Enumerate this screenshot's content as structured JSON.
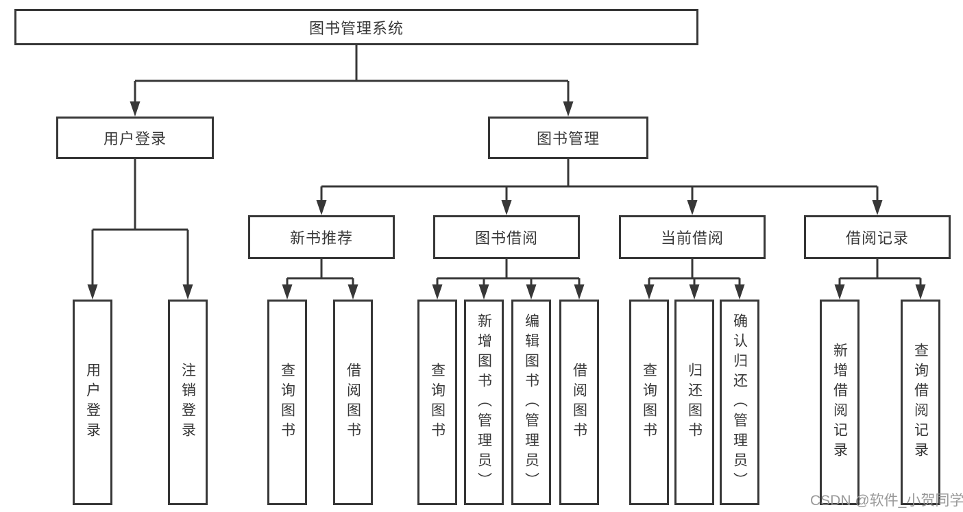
{
  "tree": {
    "label": "图书管理系统",
    "children": [
      {
        "label": "用户登录",
        "children": [
          {
            "label": "用户登录"
          },
          {
            "label": "注销登录"
          }
        ]
      },
      {
        "label": "图书管理",
        "children": [
          {
            "label": "新书推荐",
            "children": [
              {
                "label": "查询图书"
              },
              {
                "label": "借阅图书"
              }
            ]
          },
          {
            "label": "图书借阅",
            "children": [
              {
                "label": "查询图书"
              },
              {
                "label": "新增图书（管理员）"
              },
              {
                "label": "编辑图书（管理员）"
              },
              {
                "label": "借阅图书"
              }
            ]
          },
          {
            "label": "当前借阅",
            "children": [
              {
                "label": "查询图书"
              },
              {
                "label": "归还图书"
              },
              {
                "label": "确认归还（管理员）"
              }
            ]
          },
          {
            "label": "借阅记录",
            "children": [
              {
                "label": "新增借阅记录"
              },
              {
                "label": "查询借阅记录"
              }
            ]
          }
        ]
      }
    ]
  },
  "watermark": {
    "text": "CSDN @软件_小贺同学"
  },
  "colors": {
    "line": "#373737",
    "box_border": "#373737",
    "text": "#383838",
    "background": "#ffffff",
    "watermark": "#949494"
  }
}
